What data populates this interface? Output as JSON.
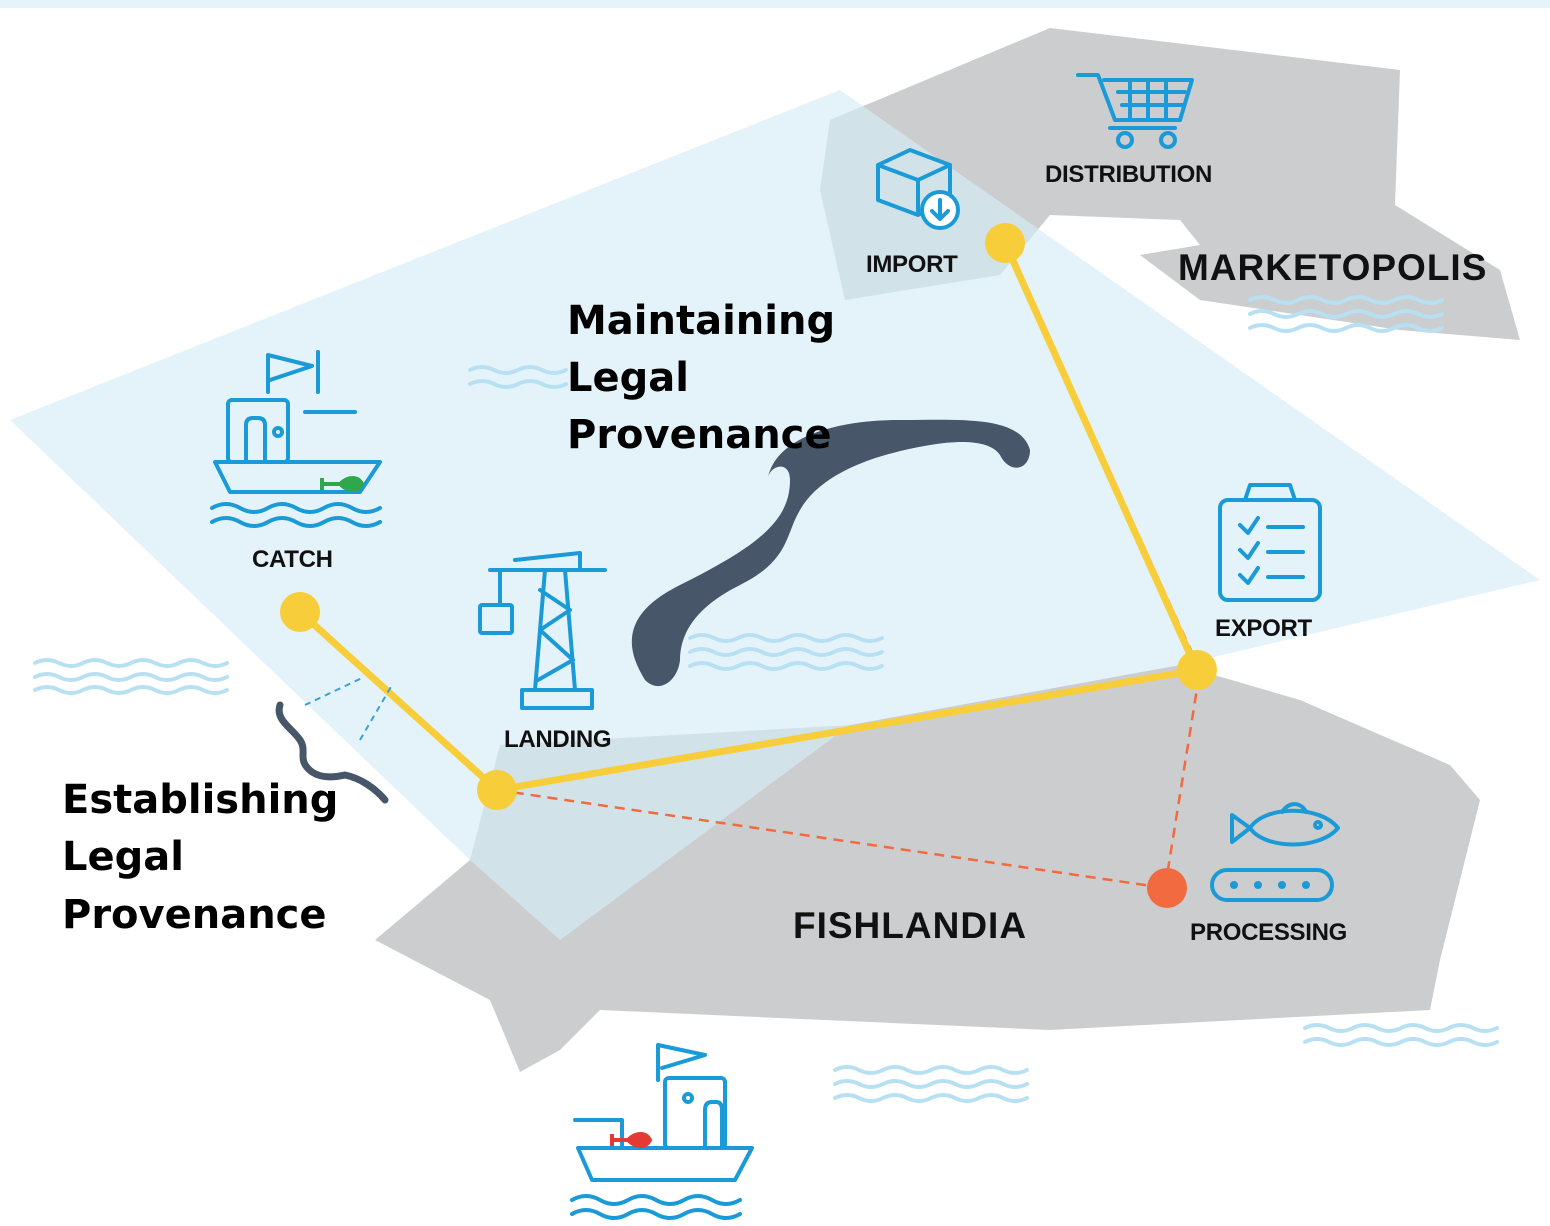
{
  "nodes": {
    "catch": "CATCH",
    "landing": "LANDING",
    "export": "EXPORT",
    "import": "IMPORT",
    "distribution": "DISTRIBUTION",
    "processing": "PROCESSING"
  },
  "regions": {
    "origin_country": "FISHLANDIA",
    "market_country": "MARKETOPOLIS"
  },
  "annotations": {
    "establishing": [
      "Establishing",
      "Legal",
      "Provenance"
    ],
    "maintaining": [
      "Maintaining",
      "Legal",
      "Provenance"
    ]
  },
  "colors": {
    "sea": "#e3f2fa",
    "land": "#cccdcf",
    "icon": "#1a9ad6",
    "legal_path": "#f7cd3a",
    "illegal_path": "#f26a3f",
    "brace": "#475668"
  },
  "icons": [
    "ship-icon",
    "crane-icon",
    "clipboard-icon",
    "box-icon",
    "cart-icon",
    "fish-conveyor-icon",
    "illegal-ship-icon"
  ]
}
